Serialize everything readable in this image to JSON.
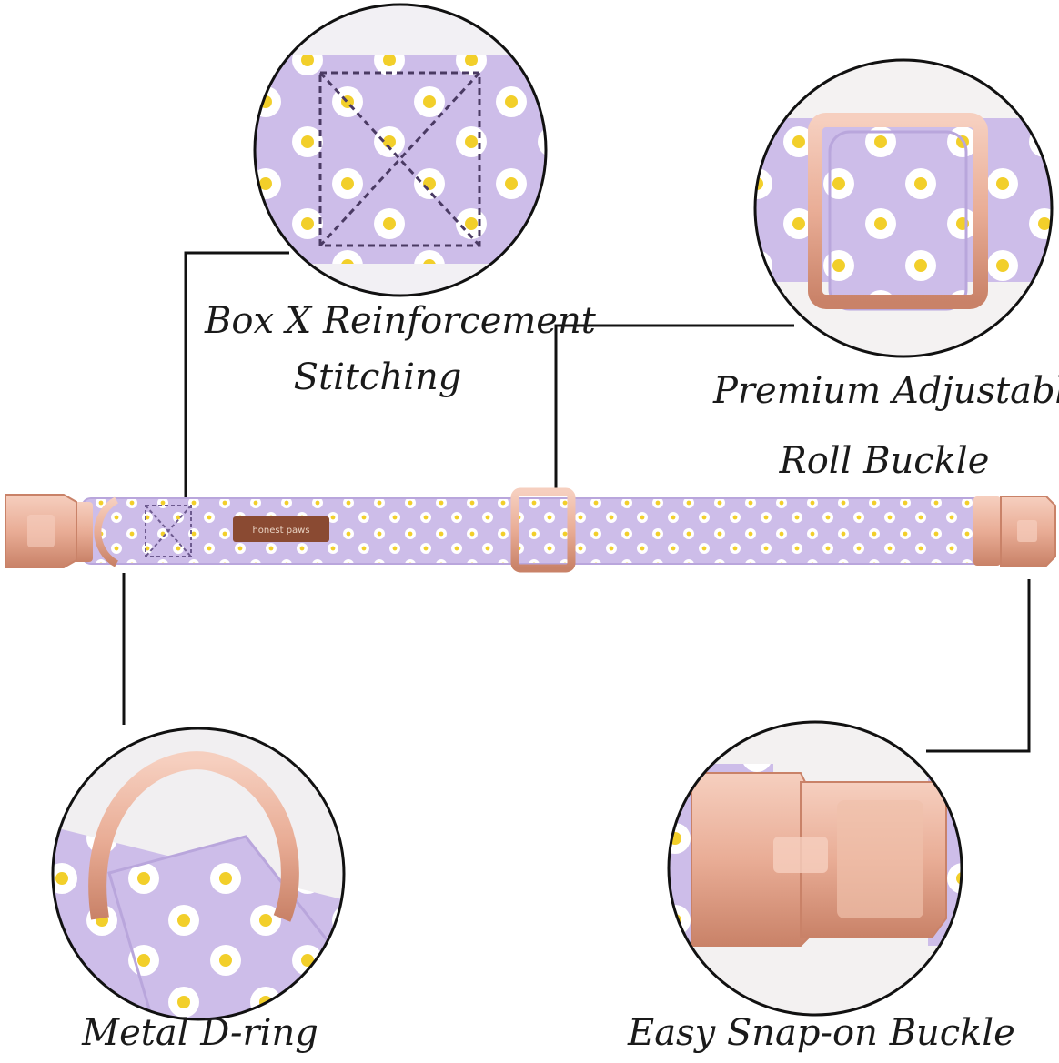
{
  "colors": {
    "lavender": "#cdbde9",
    "lavender_dark": "#b9a6dc",
    "daisy_petal": "#ffffff",
    "daisy_center": "#f2cf2a",
    "rose_gold": "#e9ad96",
    "rose_gold_dark": "#c98268",
    "leather": "#8a4a32",
    "line": "#111111"
  },
  "brand_tag": "honest paws",
  "callouts": {
    "box_x": {
      "line1": "Box X Reinforcement",
      "line2": "Stitching"
    },
    "roll_buckle": {
      "line1": "Premium Adjustable",
      "line2": "Roll Buckle"
    },
    "d_ring": {
      "line1": "Metal D-ring"
    },
    "snap_buckle": {
      "line1": "Easy Snap-on Buckle"
    }
  }
}
